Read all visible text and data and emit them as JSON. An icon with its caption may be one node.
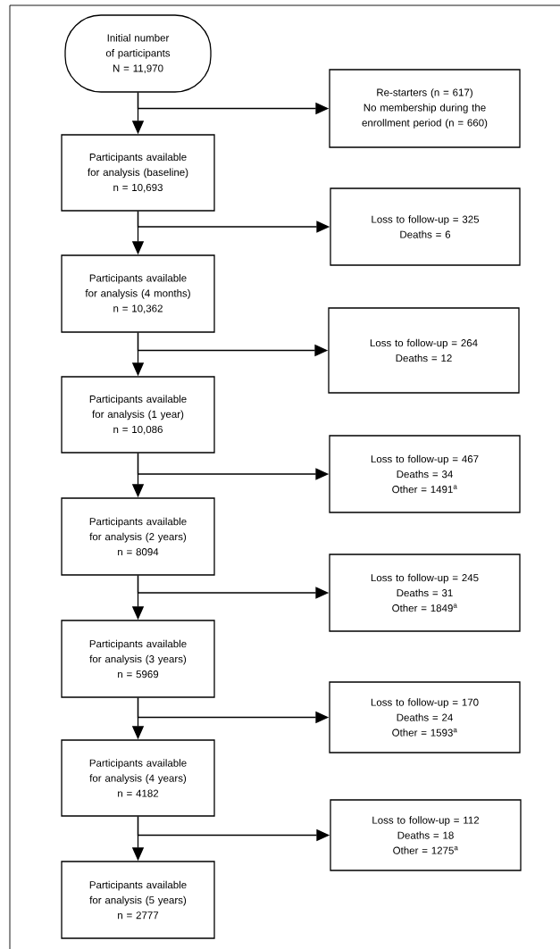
{
  "diagram": {
    "nodes": [
      {
        "text": [
          "Initial number of participants",
          "N = 11,970"
        ]
      },
      {
        "text": [
          "Re-starters (n = 617)",
          "No membership during the enrollment period (n = 660)"
        ]
      },
      {
        "text": [
          "Participants available for analysis (baseline)",
          "n = 10,693"
        ]
      },
      {
        "text": [
          "Loss to follow-up = 325",
          "Deaths = 6"
        ]
      },
      {
        "text": [
          "Participants available for analysis (4 months)",
          "n = 10,362"
        ]
      },
      {
        "text": [
          "Loss to follow-up = 264",
          "Deaths = 12"
        ]
      },
      {
        "text": [
          "Participants available for analysis (1 year)",
          "n = 10,086"
        ]
      },
      {
        "text": [
          "Loss to follow-up = 467",
          "Deaths = 34",
          "Other = 1491$^{a}$"
        ]
      },
      {
        "text": [
          "Participants available for analysis (2 years)",
          "n = 8094"
        ]
      },
      {
        "text": [
          "Loss to follow-up = 245",
          "Deaths = 31",
          "Other = 1849$^{a}$"
        ]
      },
      {
        "text": [
          "Participants available for analysis (3 years)",
          "n = 5969"
        ]
      },
      {
        "text": [
          "Loss to follow-up = 170",
          "Deaths = 24",
          "Other = 1593$^{a}$"
        ]
      },
      {
        "text": [
          "Participants available for analysis (4 years)",
          "n = 4182"
        ]
      },
      {
        "text": [
          "Loss to follow-up = 112",
          "Deaths = 18",
          "Other = 1275$^{a}$"
        ]
      },
      {
        "text": [
          "Participants available for analysis (5 years)",
          "n = 2777"
        ]
      }
    ],
    "edges": [
      {
        "from": 0,
        "to": 2,
        "arrow": "to"
      },
      {
        "from": 0,
        "to": 1,
        "arrow": "to"
      },
      {
        "from": 2,
        "to": 4,
        "arrow": "to"
      },
      {
        "from": 2,
        "to": 3,
        "arrow": "to"
      },
      {
        "from": 4,
        "to": 6,
        "arrow": "to"
      },
      {
        "from": 4,
        "to": 5,
        "arrow": "to"
      },
      {
        "from": 6,
        "to": 8,
        "arrow": "to"
      },
      {
        "from": 6,
        "to": 7,
        "arrow": "to"
      },
      {
        "from": 8,
        "to": 10,
        "arrow": "to"
      },
      {
        "from": 8,
        "to": 9,
        "arrow": "to"
      },
      {
        "from": 10,
        "to": 12,
        "arrow": "to"
      },
      {
        "from": 10,
        "to": 11,
        "arrow": "to"
      },
      {
        "from": 12,
        "to": 14,
        "arrow": "to"
      },
      {
        "from": 12,
        "to": 13,
        "arrow": "to"
      }
    ]
  }
}
